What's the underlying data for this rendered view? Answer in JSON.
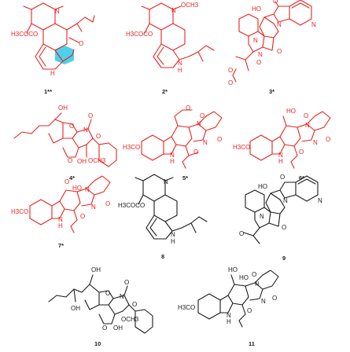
{
  "compounds": [
    {
      "number": "1**",
      "color": "#e8231f",
      "labels": [
        "H3COCO",
        "N",
        "H",
        "O"
      ]
    },
    {
      "number": "2*",
      "color": "#e8231f",
      "labels": [
        "H3COCO",
        "N",
        "OCH3",
        "N",
        "H"
      ]
    },
    {
      "number": "3*",
      "color": "#e8231f",
      "labels": [
        "O",
        "N",
        "N",
        "HO",
        "N",
        "N",
        "O",
        "O",
        "O",
        "O"
      ]
    },
    {
      "number": "4*",
      "color": "#e8231f",
      "labels": [
        "OH",
        "O",
        "N",
        "O",
        "O",
        "OH",
        "OCH3",
        "O"
      ]
    },
    {
      "number": "5*",
      "color": "#e8231f",
      "labels": [
        "O",
        "N",
        "O",
        "N",
        "O",
        "N",
        "H3CO",
        "H",
        "O"
      ]
    },
    {
      "number": "6*",
      "color": "#e8231f",
      "labels": [
        "HO",
        "O",
        "N",
        "O",
        "N",
        "H3CO",
        "N",
        "H",
        "O"
      ]
    },
    {
      "number": "7*",
      "color": "#e8231f",
      "labels": [
        "O",
        "HO",
        "N",
        "O",
        "N",
        "H3CO",
        "N",
        "H",
        "O"
      ]
    },
    {
      "number": "8",
      "color": "#1a1a1a",
      "labels": [
        "N",
        "H3COCO",
        "N",
        "H"
      ]
    },
    {
      "number": "9",
      "color": "#1a1a1a",
      "labels": [
        "O",
        "N",
        "HO",
        "N",
        "N",
        "O",
        "O"
      ]
    },
    {
      "number": "10",
      "color": "#1a1a1a",
      "labels": [
        "OH",
        "OH",
        "O",
        "N",
        "O",
        "O",
        "OH",
        "OCH3",
        "O"
      ]
    },
    {
      "number": "11",
      "color": "#1a1a1a",
      "labels": [
        "HO",
        "HO",
        "O",
        "N",
        "O",
        "N",
        "H3CO",
        "N",
        "H",
        "O"
      ]
    }
  ]
}
